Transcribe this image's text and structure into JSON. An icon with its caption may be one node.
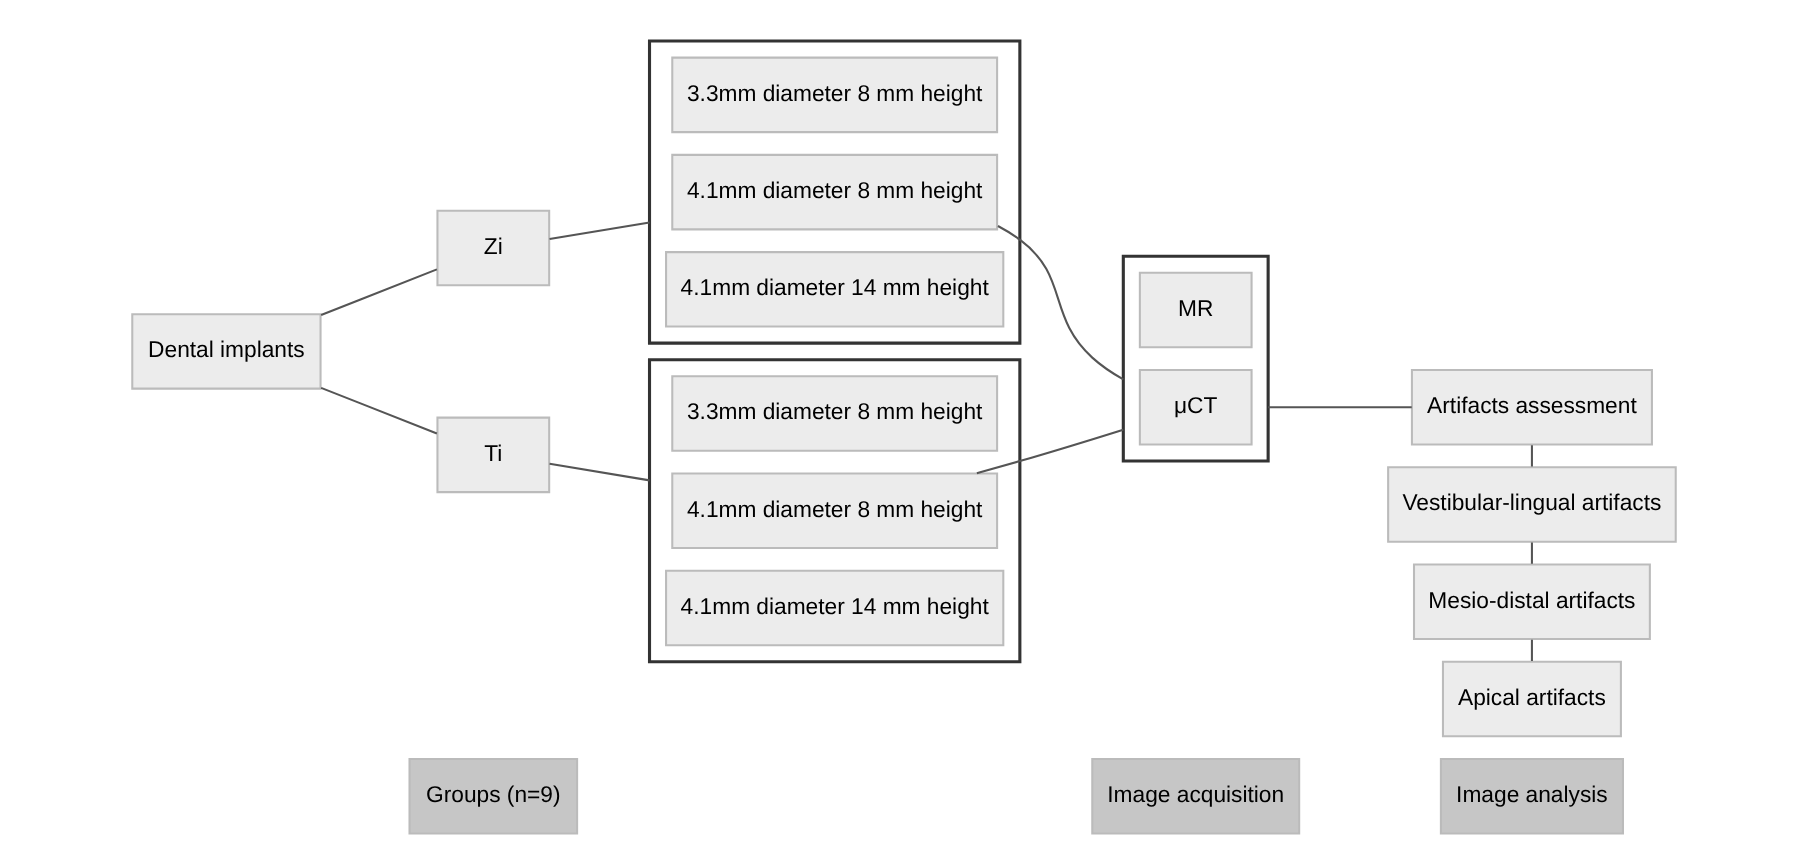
{
  "diagram": {
    "nodes": [
      {
        "text": [
          "Groups (n=9)"
        ]
      },
      {
        "text": [
          "Image acquisition"
        ]
      },
      {
        "text": [
          "Image analysis"
        ]
      },
      {
        "text": [
          "Dental implants"
        ]
      },
      {
        "text": [
          "Zi"
        ]
      },
      {
        "text": [
          "Ti"
        ]
      },
      {
        "text": [],
        "shape": "box"
      },
      {
        "text": [
          "3.3mm diameter 8 mm height"
        ],
        "in": 6
      },
      {
        "text": [
          "4.1mm diameter 8 mm height"
        ],
        "in": 6
      },
      {
        "text": [
          "4.1mm diameter 14 mm height"
        ],
        "in": 6
      },
      {
        "text": [],
        "shape": "box"
      },
      {
        "text": [
          "3.3mm diameter 8 mm height"
        ],
        "in": 10
      },
      {
        "text": [
          "4.1mm diameter 8 mm height"
        ],
        "in": 10
      },
      {
        "text": [
          "4.1mm diameter 14 mm height"
        ],
        "in": 10
      },
      {
        "text": [],
        "shape": "box"
      },
      {
        "text": [
          "MR"
        ],
        "in": 14
      },
      {
        "text": [
          "μCT"
        ],
        "in": 14
      },
      {
        "text": [
          "Artifacts assessment"
        ]
      },
      {
        "text": [
          "Vestibular-lingual artifacts"
        ]
      },
      {
        "text": [
          "Mesio-distal artifacts"
        ]
      },
      {
        "text": [
          "Apical artifacts"
        ]
      }
    ],
    "edges": [
      {
        "from": 3,
        "to": 4,
        "arrow": "none"
      },
      {
        "from": 3,
        "to": 5,
        "arrow": "none"
      },
      {
        "from": 4,
        "to": 6,
        "arrow": "none"
      },
      {
        "from": 5,
        "to": 10,
        "arrow": "none"
      },
      {
        "from": 8,
        "to": 14,
        "arrow": "none"
      },
      {
        "from": 12,
        "to": 14,
        "arrow": "none"
      },
      {
        "from": 14,
        "to": 17,
        "arrow": "none"
      },
      {
        "from": 17,
        "to": 18,
        "arrow": "none"
      },
      {
        "from": 18,
        "to": 19,
        "arrow": "none"
      },
      {
        "from": 19,
        "to": 20,
        "arrow": "none"
      }
    ]
  }
}
